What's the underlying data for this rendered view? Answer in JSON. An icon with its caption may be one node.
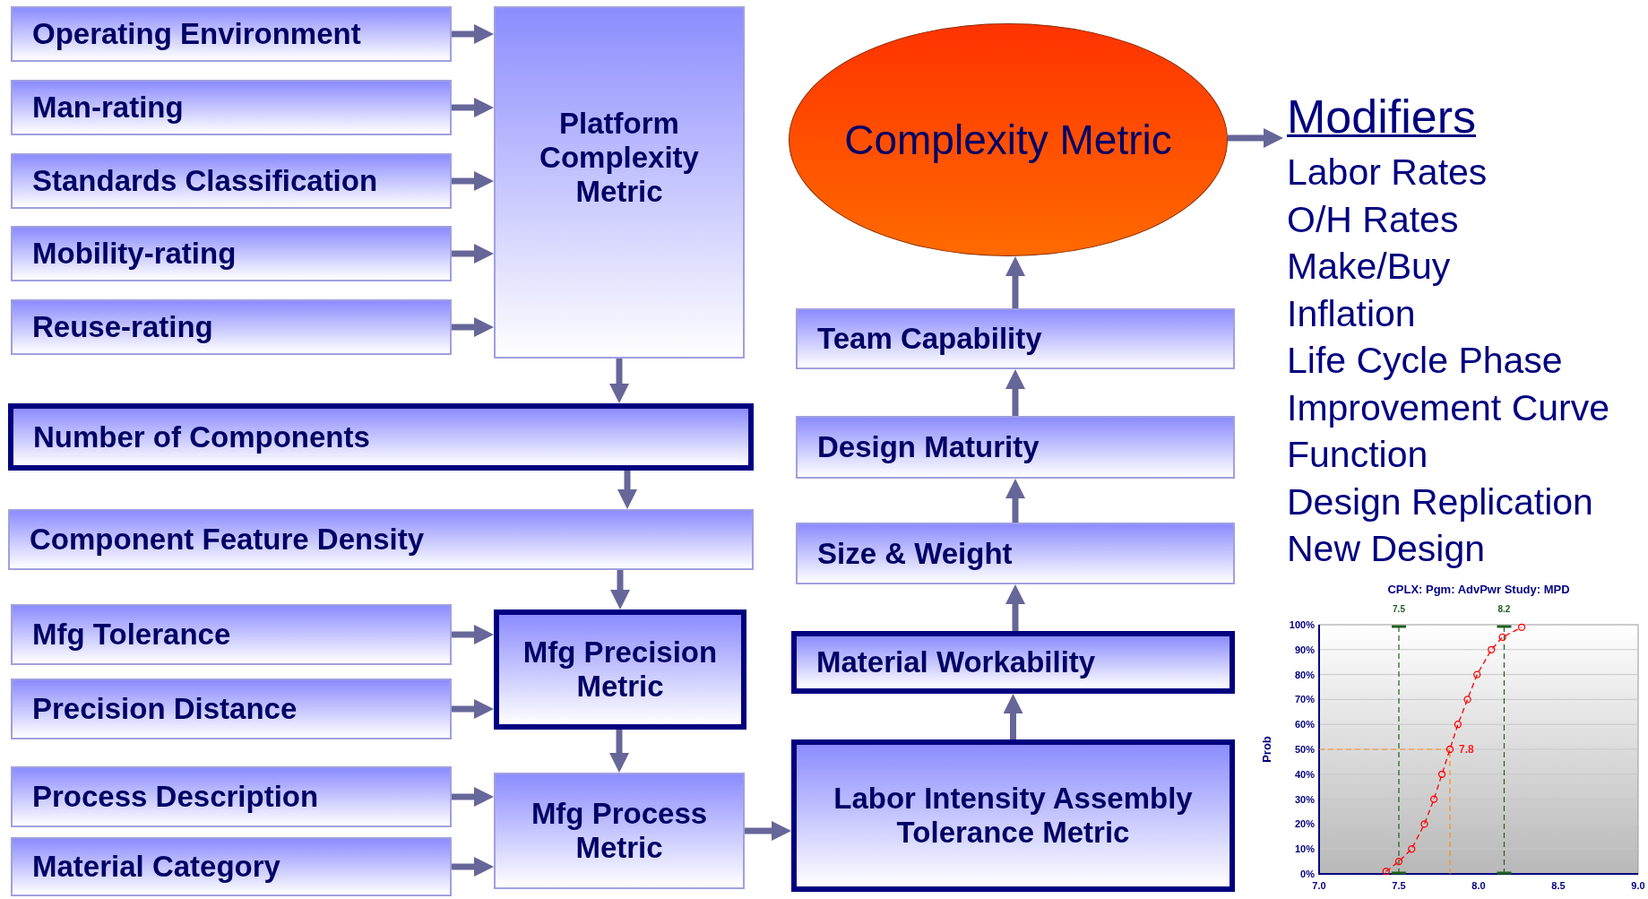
{
  "diagram": {
    "nodes": [
      {
        "text": [
          "Operating Environment"
        ]
      },
      {
        "text": [
          "Man-rating"
        ]
      },
      {
        "text": [
          "Standards Classification"
        ]
      },
      {
        "text": [
          "Mobility-rating"
        ]
      },
      {
        "text": [
          "Reuse-rating"
        ]
      },
      {
        "text": [
          "Platform Complexity Metric"
        ]
      },
      {
        "text": [
          "Number of Components"
        ]
      },
      {
        "text": [
          "Component Feature Density"
        ]
      },
      {
        "text": [
          "Mfg Tolerance"
        ]
      },
      {
        "text": [
          "Precision Distance"
        ]
      },
      {
        "text": [
          "Mfg Precision Metric"
        ]
      },
      {
        "text": [
          "Process Description"
        ]
      },
      {
        "text": [
          "Material Category"
        ]
      },
      {
        "text": [
          "Mfg Process Metric"
        ]
      },
      {
        "text": [
          "Labor Intensity Assembly Tolerance Metric"
        ]
      },
      {
        "text": [
          "Material Workability"
        ]
      },
      {
        "text": [
          "Size & Weight"
        ]
      },
      {
        "text": [
          "Design Maturity"
        ]
      },
      {
        "text": [
          "Team Capability"
        ]
      },
      {
        "text": [
          "Complexity Metric"
        ]
      },
      {
        "text": [
          "Modifiers"
        ]
      }
    ],
    "edges": [
      {
        "from": 0,
        "to": 5,
        "arrow": "to"
      },
      {
        "from": 1,
        "to": 5,
        "arrow": "to"
      },
      {
        "from": 2,
        "to": 5,
        "arrow": "to"
      },
      {
        "from": 3,
        "to": 5,
        "arrow": "to"
      },
      {
        "from": 4,
        "to": 5,
        "arrow": "to"
      },
      {
        "from": 5,
        "to": 6,
        "arrow": "to"
      },
      {
        "from": 6,
        "to": 7,
        "arrow": "to"
      },
      {
        "from": 7,
        "to": 10,
        "arrow": "to"
      },
      {
        "from": 8,
        "to": 10,
        "arrow": "to"
      },
      {
        "from": 9,
        "to": 10,
        "arrow": "to"
      },
      {
        "from": 10,
        "to": 13,
        "arrow": "to"
      },
      {
        "from": 11,
        "to": 13,
        "arrow": "to"
      },
      {
        "from": 12,
        "to": 13,
        "arrow": "to"
      },
      {
        "from": 13,
        "to": 14,
        "arrow": "to"
      },
      {
        "from": 14,
        "to": 15,
        "arrow": "to"
      },
      {
        "from": 15,
        "to": 16,
        "arrow": "to"
      },
      {
        "from": 16,
        "to": 17,
        "arrow": "to"
      },
      {
        "from": 17,
        "to": 18,
        "arrow": "to"
      },
      {
        "from": 18,
        "to": 19,
        "arrow": "to"
      },
      {
        "from": 19,
        "to": 20,
        "arrow": "to"
      }
    ],
    "labels": [
      "Labor Rates",
      "O/H Rates",
      "Make/Buy",
      "Inflation",
      "Life Cycle Phase",
      "Improvement Curve",
      "Function",
      "Design Replication",
      "New Design"
    ],
    "chart_data": {
      "type": "line",
      "title": "CPLX: Pgm: AdvPwr Study: MPD",
      "ylabel": "Prob",
      "x": [
        7.42,
        7.5,
        7.58,
        7.66,
        7.72,
        7.77,
        7.82,
        7.87,
        7.93,
        7.99,
        8.08,
        8.15,
        8.27
      ],
      "series": [
        {
          "color": "#ff0000",
          "line_style": "dashed",
          "marker": "circle",
          "values": [
            1,
            5,
            10,
            20,
            30,
            40,
            50,
            60,
            70,
            80,
            90,
            95,
            99
          ]
        }
      ],
      "xlim": [
        7.0,
        9.0
      ],
      "ylim": [
        0,
        100
      ],
      "xticks": [
        {
          "value": 7.0,
          "label": "7.0"
        },
        {
          "value": 7.5,
          "label": "7.5"
        },
        {
          "value": 8.0,
          "label": "8.0"
        },
        {
          "value": 8.5,
          "label": "8.5"
        },
        {
          "value": 9.0,
          "label": "9.0"
        }
      ],
      "yticks": [
        {
          "value": 0,
          "label": "0%"
        },
        {
          "value": 10,
          "label": "10%"
        },
        {
          "value": 20,
          "label": "20%"
        },
        {
          "value": 30,
          "label": "30%"
        },
        {
          "value": 40,
          "label": "40%"
        },
        {
          "value": 50,
          "label": "50%"
        },
        {
          "value": 60,
          "label": "60%"
        },
        {
          "value": 70,
          "label": "70%"
        },
        {
          "value": 80,
          "label": "80%"
        },
        {
          "value": 90,
          "label": "90%"
        },
        {
          "value": 100,
          "label": "100%"
        }
      ],
      "grid": true,
      "ref_lines": [
        {
          "axis": "x",
          "value": 7.5,
          "label": "7.5",
          "color": "#1f5f1f"
        },
        {
          "axis": "x",
          "value": 8.16,
          "label": "8.2",
          "color": "#1f5f1f"
        },
        {
          "axis": "y",
          "value": 50,
          "color": "#ff8c1a"
        },
        {
          "axis": "x",
          "value": 7.82,
          "color": "#ff8c1a"
        }
      ],
      "annotations": [
        {
          "text": "7.8",
          "x": 7.82,
          "y": 50
        }
      ]
    }
  }
}
